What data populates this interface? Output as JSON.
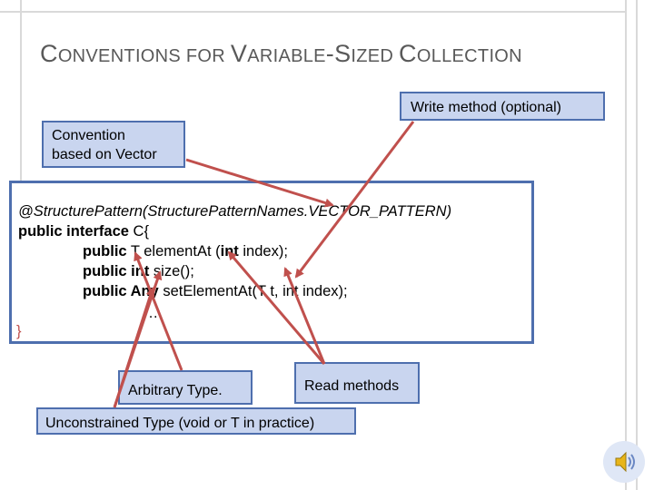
{
  "slide": {
    "title_parts": [
      {
        "text": "C",
        "size": "big"
      },
      {
        "text": "ONVENTIONS FOR ",
        "size": "small"
      },
      {
        "text": "V",
        "size": "big"
      },
      {
        "text": "ARIABLE",
        "size": "small"
      },
      {
        "text": "-S",
        "size": "big"
      },
      {
        "text": "IZED ",
        "size": "small"
      },
      {
        "text": "C",
        "size": "big"
      },
      {
        "text": "OLLECTION",
        "size": "small"
      }
    ],
    "callouts": {
      "write_method": "Write method (optional)",
      "convention_line1": "Convention",
      "convention_line2": "based on Vector",
      "arbitrary_type": "Arbitrary Type.",
      "read_methods": "Read methods",
      "unconstrained_type": "Unconstrained Type (void or T in practice)"
    },
    "code": {
      "annotation": "@StructurePattern(StructurePatternNames.VECTOR_PATTERN)",
      "decl_kw": "public interface",
      "decl_rest": " C{",
      "line2_kw": "public",
      "line2_rest": " T elementAt (",
      "line2_kw2": "int",
      "line2_rest2": " index);",
      "line3_kw": "public int",
      "line3_rest": " size();",
      "line4_kw": "public",
      "line4_mid": " Any",
      "line4_rest": " setElementAt(T t, int index);",
      "ellipsis": "…",
      "close_brace": "}"
    },
    "colors": {
      "accent_border": "#4e6fae",
      "callout_fill": "#c9d5ef",
      "arrow": "#c0504d",
      "title": "#595959"
    },
    "icons": [
      "speaker-icon"
    ]
  }
}
